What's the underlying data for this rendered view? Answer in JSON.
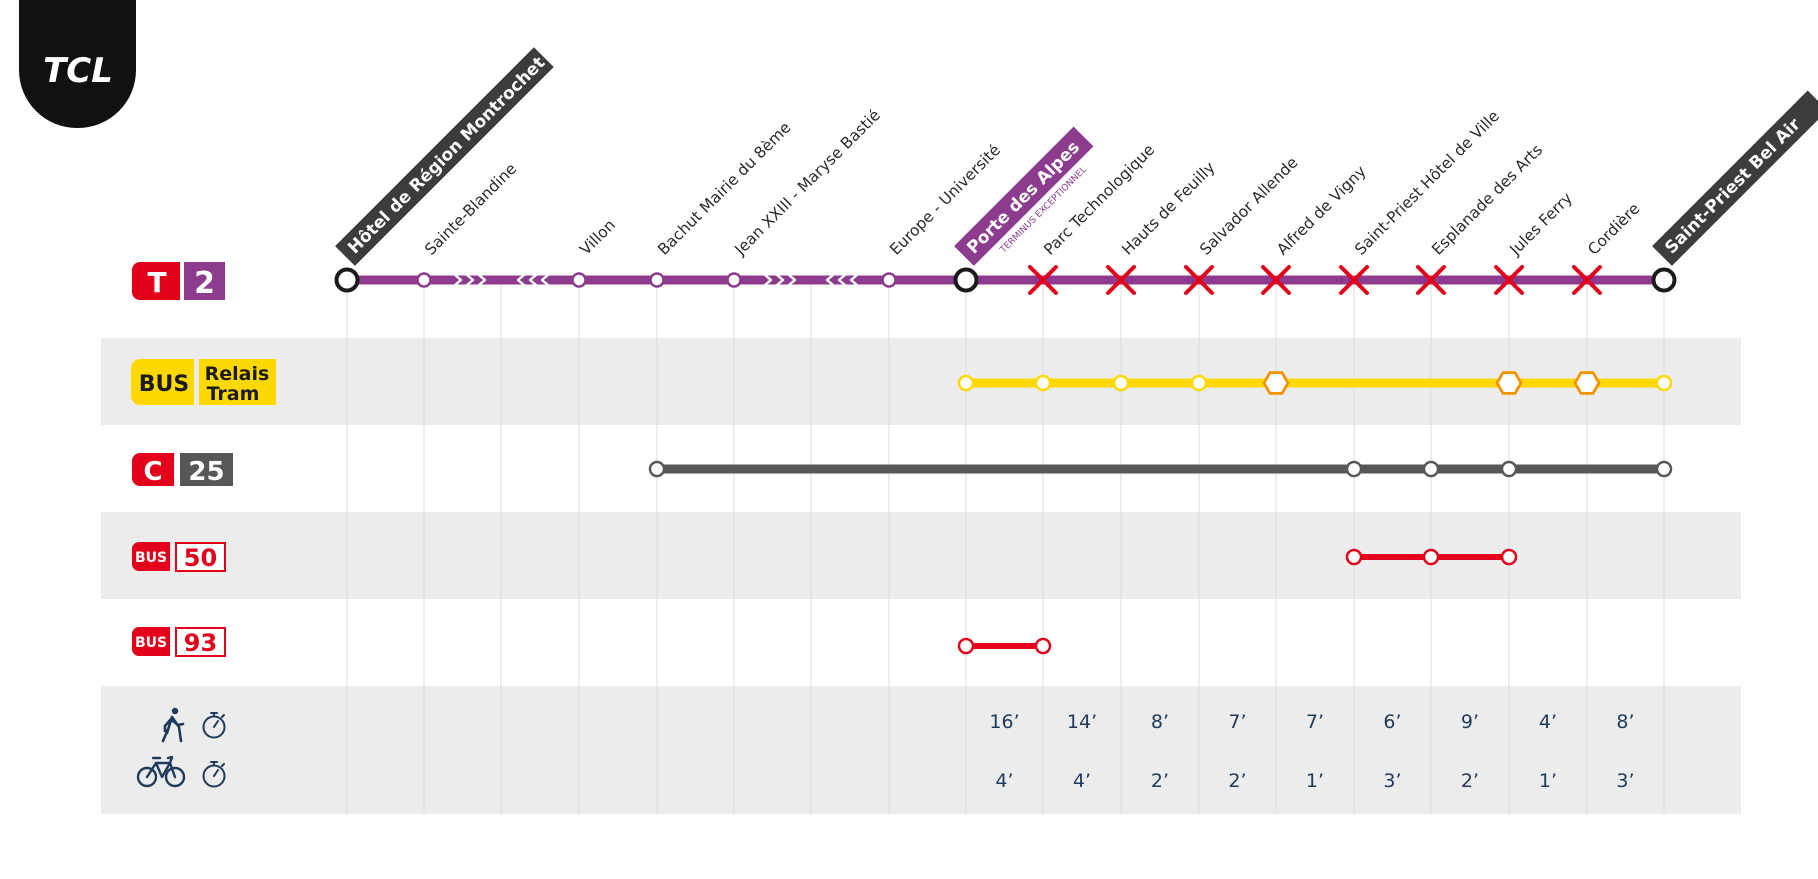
{
  "brand": {
    "logo_text": "TCL"
  },
  "stations": [
    "Hôtel de Région Montrochet",
    "Sainte-Blandine",
    "",
    "Villon",
    "Bachut Mairie du 8ème",
    "Jean XXIII - Maryse Bastié",
    "",
    "Europe - Université",
    "Porte des Alpes",
    "Parc Technologique",
    "Hauts de Feuilly",
    "Salvador Allende",
    "Alfred de Vigny",
    "Saint-Priest Hôtel de Ville",
    "Esplanade des Arts",
    "Jules Ferry",
    "Cordière",
    "Saint-Priest Bel Air"
  ],
  "terminus_note": "TERMINUS EXCEPTIONNEL",
  "lines": {
    "t2": {
      "mode": "T",
      "number": "2",
      "color": "#8c3b8f"
    },
    "relais": {
      "mode": "BUS",
      "label1": "Relais",
      "label2": "Tram",
      "color": "#ffd800",
      "accent": "#f39200"
    },
    "c25": {
      "mode": "C",
      "number": "25",
      "color": "#575757"
    },
    "bus50": {
      "mode": "BUS",
      "number": "50",
      "color": "#e2001a"
    },
    "bus93": {
      "mode": "BUS",
      "number": "93",
      "color": "#e2001a"
    }
  },
  "travel_times": {
    "walk_icon": "walking-person-icon",
    "bike_icon": "bicycle-icon",
    "timer_icon": "stopwatch-icon",
    "walk": [
      "16’",
      "14’",
      "8’",
      "7’",
      "7’",
      "6’",
      "9’",
      "4’",
      "8’"
    ],
    "bike": [
      "4’",
      "4’",
      "2’",
      "2’",
      "1’",
      "3’",
      "2’",
      "1’",
      "3’"
    ]
  },
  "colors": {
    "band": "#ececec",
    "closed_cross": "#e2001a",
    "logo_bg": "#111111",
    "times_text": "#1f3b5c"
  }
}
